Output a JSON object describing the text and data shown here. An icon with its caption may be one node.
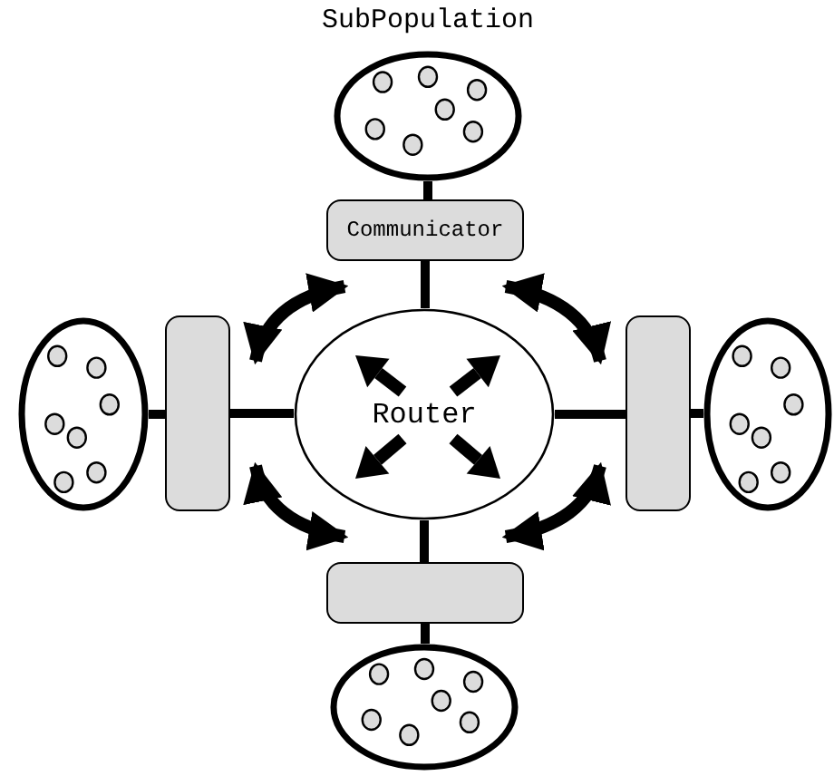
{
  "diagram": {
    "nodes": [
      {
        "text": [
          "SubPopulation"
        ]
      },
      {
        "text": [
          "Communicator"
        ]
      },
      {
        "text": [],
        "shape": "ellipse"
      },
      {
        "text": [],
        "shape": "box"
      },
      {
        "text": [
          "Router"
        ]
      },
      {
        "text": [],
        "shape": "box"
      },
      {
        "text": [],
        "shape": "ellipse"
      },
      {
        "text": [],
        "shape": "box"
      },
      {
        "text": [],
        "shape": "ellipse"
      }
    ],
    "edges": [
      {
        "from": 0,
        "to": 1,
        "arrow": "none"
      },
      {
        "from": 1,
        "to": 4,
        "arrow": "none"
      },
      {
        "from": 2,
        "to": 3,
        "arrow": "none"
      },
      {
        "from": 3,
        "to": 4,
        "arrow": "none"
      },
      {
        "from": 4,
        "to": 5,
        "arrow": "none"
      },
      {
        "from": 5,
        "to": 6,
        "arrow": "none"
      },
      {
        "from": 4,
        "to": 7,
        "arrow": "none"
      },
      {
        "from": 7,
        "to": 8,
        "arrow": "none"
      },
      {
        "from": 1,
        "to": 3,
        "arrow": "both"
      },
      {
        "from": 1,
        "to": 5,
        "arrow": "both"
      },
      {
        "from": 3,
        "to": 7,
        "arrow": "both"
      },
      {
        "from": 5,
        "to": 7,
        "arrow": "both"
      }
    ]
  }
}
